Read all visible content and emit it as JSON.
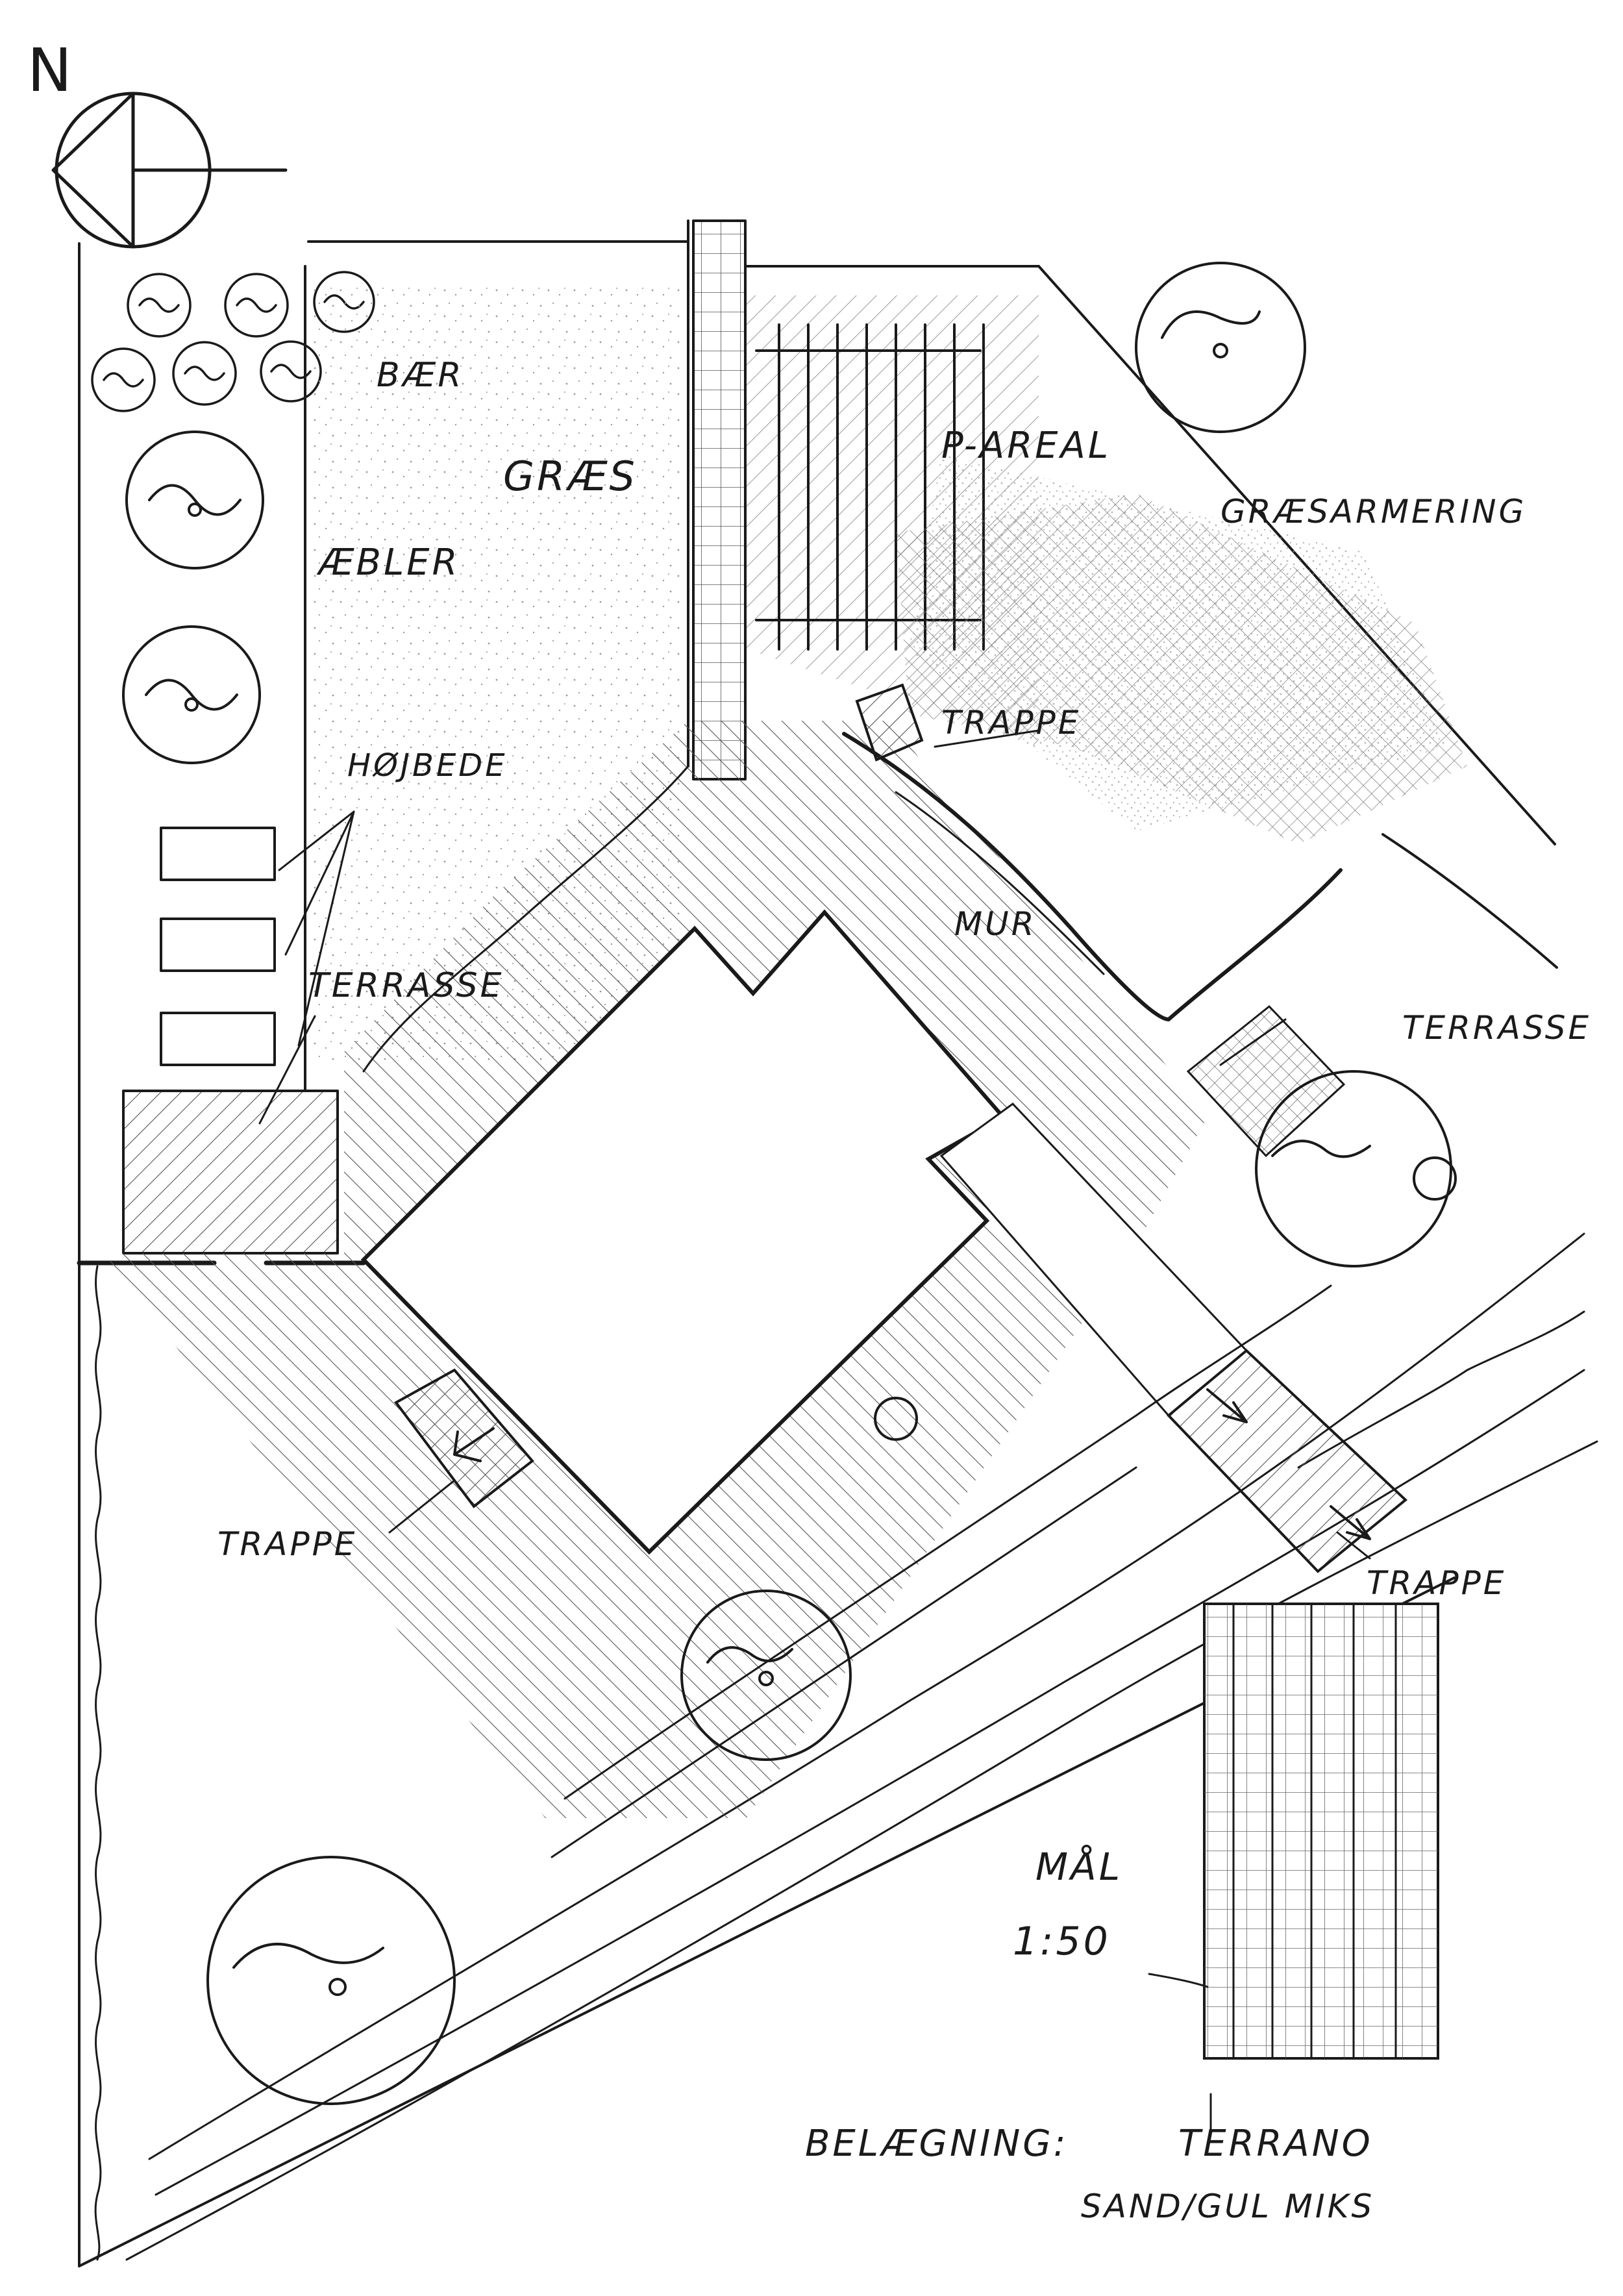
{
  "north": {
    "letter": "N"
  },
  "labels": {
    "baer": "BÆR",
    "graes": "GRÆS",
    "aebler": "ÆBLER",
    "hojbede": "HØJBEDE",
    "terrasse_west": "TERRASSE",
    "p_areal": "P-AREAL",
    "graesarmering": "GRÆSARMERING",
    "trappe_north": "TRAPPE",
    "mur": "MUR",
    "terrasse_east": "TERRASSE",
    "trappe_west": "TRAPPE",
    "trappe_south": "TRAPPE"
  },
  "scale": {
    "title": "MÅL",
    "value": "1:50"
  },
  "legend": {
    "paving_label": "BELÆGNING:",
    "paving_name": "TERRANO",
    "paving_color": "SAND/GUL MIKS"
  },
  "colors": {
    "ink": "#1a1a1a",
    "hatch": "#555555",
    "stipple": "#9a9a9a",
    "paper": "#ffffff"
  }
}
